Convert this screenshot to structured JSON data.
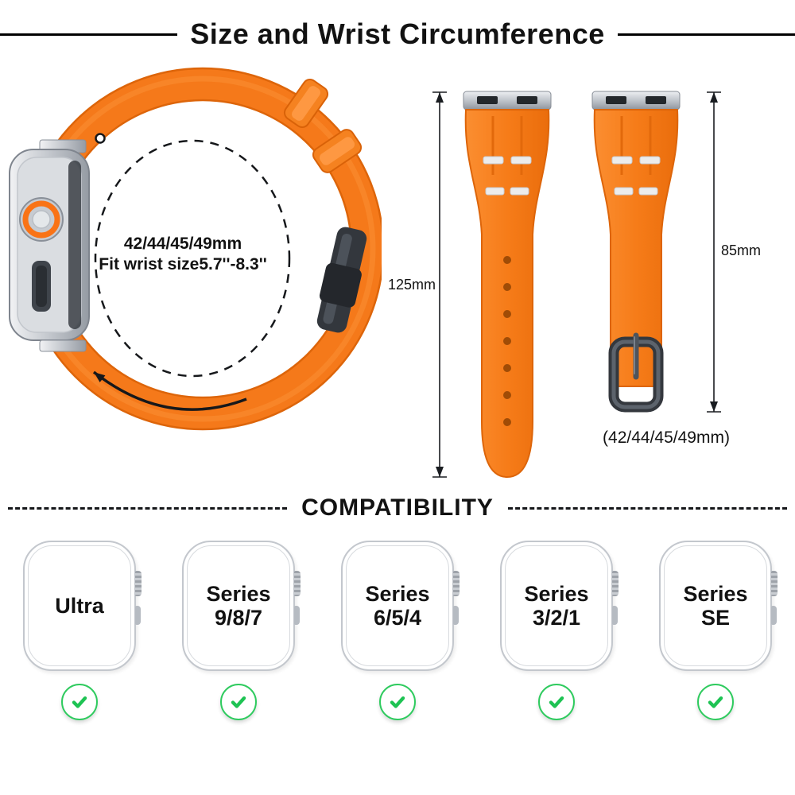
{
  "header": {
    "title": "Size and Wrist Circumference"
  },
  "size_section": {
    "band_size_label": "42/44/45/49mm",
    "fit_label": "Fit wrist size5.7''-8.3''",
    "long_strap_length": "125mm",
    "short_strap_length": "85mm",
    "sizes_caption": "(42/44/45/49mm)"
  },
  "compatibility": {
    "title": "COMPATIBILITY",
    "models": [
      {
        "line1": "Ultra",
        "line2": ""
      },
      {
        "line1": "Series",
        "line2": "9/8/7"
      },
      {
        "line1": "Series",
        "line2": "6/5/4"
      },
      {
        "line1": "Series",
        "line2": "3/2/1"
      },
      {
        "line1": "Series",
        "line2": "SE"
      }
    ]
  },
  "icons": {
    "check": "check-icon",
    "watch_outline": "watch-outline-icon",
    "digital_crown": "digital-crown-icon"
  },
  "colors": {
    "band_orange": "#F5791A",
    "check_green": "#1EC353",
    "text_black": "#121212"
  }
}
